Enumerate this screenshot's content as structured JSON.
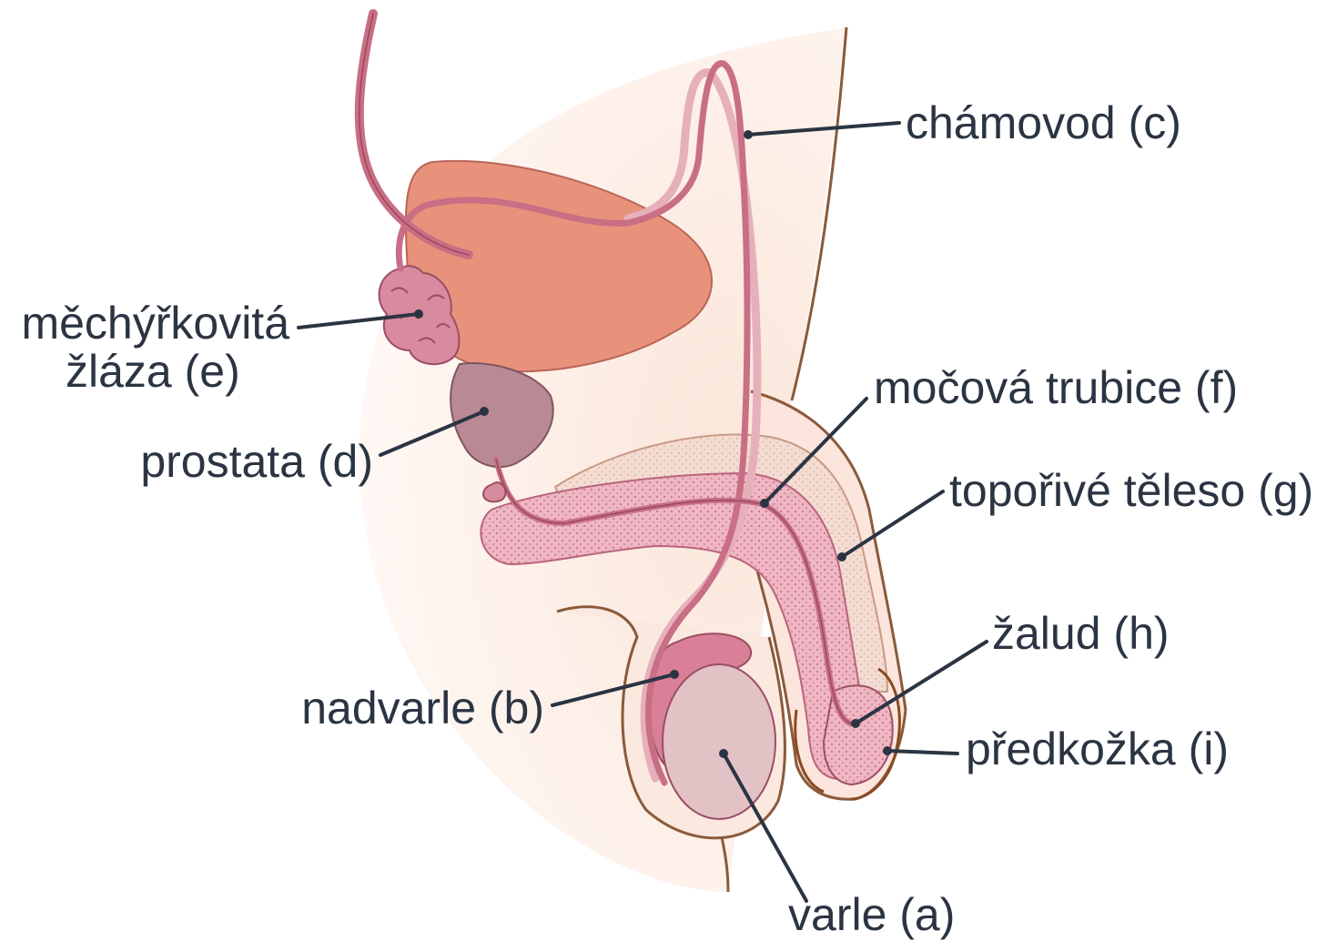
{
  "colors": {
    "skin": "#fbece3",
    "skin_outline": "#8a5a3a",
    "bladder": "#e8927c",
    "bladder_outline": "#b9655a",
    "vas_deferens": "#c86f85",
    "vas_outline": "#7a2f46",
    "seminal_vesicle": "#d88a9e",
    "prostate": "#b98a95",
    "prostate_outline": "#7e5660",
    "erectile_tissue": "#e9a9b8",
    "corpus_outline": "#c99a86",
    "testis": "#e3c2c6",
    "epididymis": "#d98098",
    "label_text": "#2b3442"
  },
  "labels": {
    "vas_deferens": "chámovod (c)",
    "seminal_vesicle_line1": "měchýřkovitá",
    "seminal_vesicle_line2": "žláza (e)",
    "urethra": "močová trubice (f)",
    "prostate": "prostata (d)",
    "erectile_body": "topořivé těleso (g)",
    "glans": "žalud (h)",
    "epididymis": "nadvarle (b)",
    "foreskin": "předkožka (i)",
    "testis": "varle (a)"
  }
}
